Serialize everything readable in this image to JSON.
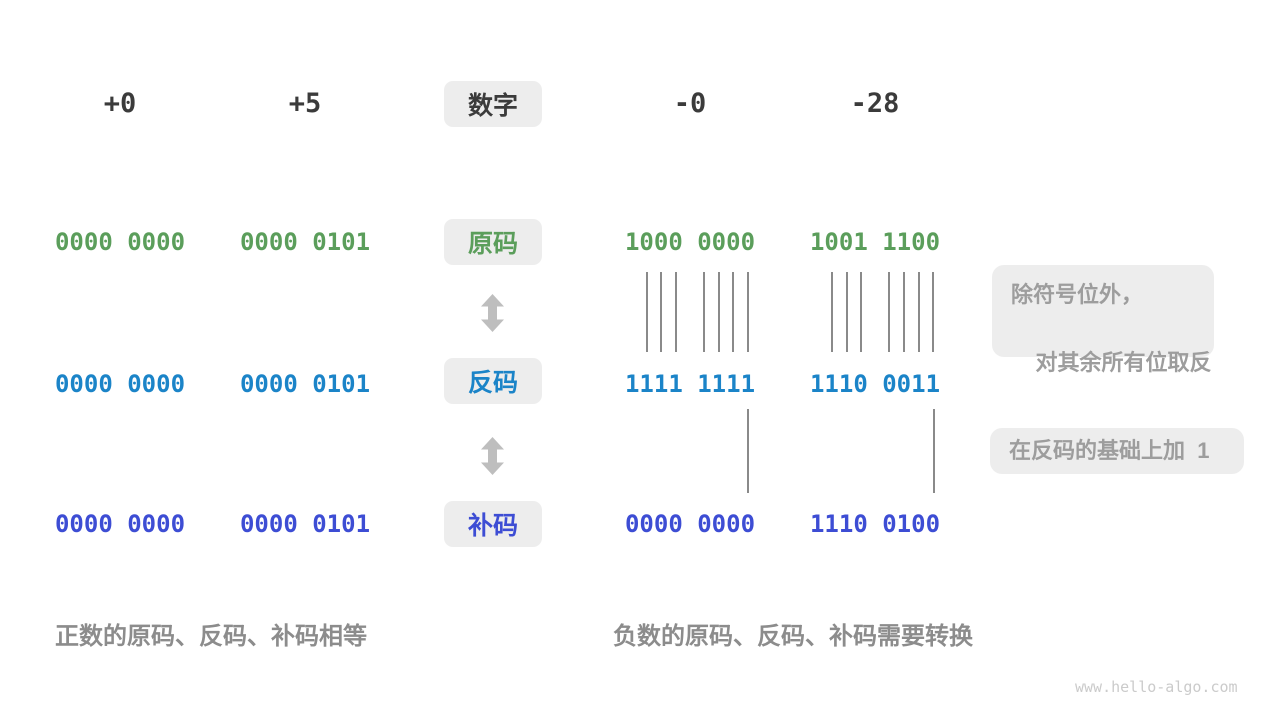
{
  "colors": {
    "sign_magnitude_green": "#5B9E5B",
    "ones_complement_blue": "#1B84C8",
    "twos_complement_indigo": "#3D4DD4",
    "number_dark": "#3B3B3B",
    "label_box_bg": "#EDEDED",
    "note_text": "#9D9D9D",
    "caption_text": "#8C8C8C",
    "arrow_gray": "#BEBEBE",
    "mapping_line": "#8A8A8A",
    "watermark": "#CBCBCB"
  },
  "row_labels": {
    "number": "数字",
    "sign_magnitude": "原码",
    "ones_complement": "反码",
    "twos_complement": "补码"
  },
  "columns": {
    "positive": [
      {
        "number": "+0",
        "sign_magnitude": "0000 0000",
        "ones_complement": "0000 0000",
        "twos_complement": "0000 0000"
      },
      {
        "number": "+5",
        "sign_magnitude": "0000 0101",
        "ones_complement": "0000 0101",
        "twos_complement": "0000 0101"
      }
    ],
    "negative": [
      {
        "number": "-0",
        "sign_magnitude": "1000 0000",
        "ones_complement": "1111 1111",
        "twos_complement": "0000 0000"
      },
      {
        "number": "-28",
        "sign_magnitude": "1001 1100",
        "ones_complement": "1110 0011",
        "twos_complement": "1110 0100"
      }
    ]
  },
  "annotations": {
    "invert_note": [
      "除符号位外，",
      "对其余所有位取反"
    ],
    "add_one_note": "在反码的基础上加  1"
  },
  "captions": {
    "positive": "正数的原码、反码、补码相等",
    "negative": "负数的原码、反码、补码需要转换"
  },
  "watermark": "www.hello-algo.com"
}
